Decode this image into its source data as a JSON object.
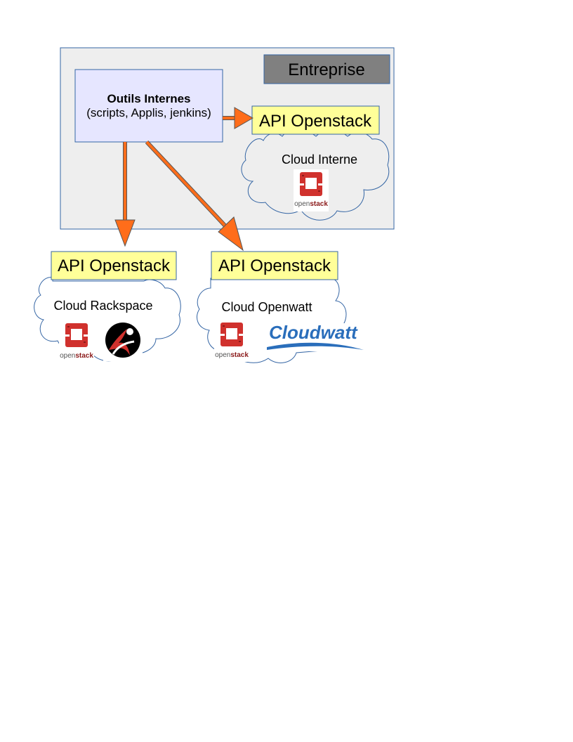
{
  "enterprise": {
    "label": "Entreprise",
    "tools_title": "Outils Internes",
    "tools_subtitle": "(scripts, Applis, jenkins)"
  },
  "clouds": {
    "interne": {
      "api": "API Openstack",
      "name": "Cloud Interne"
    },
    "rackspace": {
      "api": "API Openstack",
      "name": "Cloud Rackspace"
    },
    "openwatt": {
      "api": "API Openstack",
      "name": "Cloud Openwatt"
    }
  },
  "logos": {
    "openstack_word_1": "open",
    "openstack_word_2": "stack",
    "cloudwatt": "Cloudwatt"
  },
  "icons": {
    "openstack": "openstack-logo-icon",
    "rackspace": "rackspace-logo-icon",
    "cloudwatt": "cloudwatt-logo-icon",
    "arrow": "orange-arrow"
  },
  "colors": {
    "enterprise_bg": "#eeeeee",
    "enterprise_border": "#3465a4",
    "enterprise_label_bg": "#808080",
    "tools_bg": "#e6e6ff",
    "api_bg": "#ffff99",
    "arrow": "#ff6d1a",
    "openstack_red": "#d0312d",
    "cloudwatt_blue": "#2a6ebb"
  }
}
